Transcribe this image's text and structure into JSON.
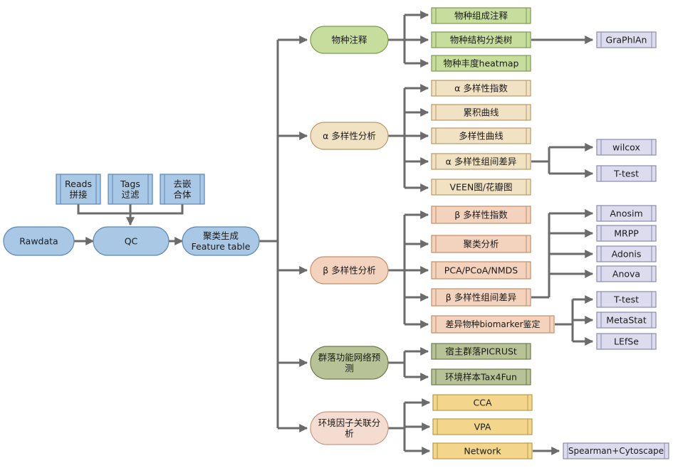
{
  "colors": {
    "line": "#6b6b6b",
    "blue_fill": "#a9c8e6",
    "blue_stroke": "#5b86b8",
    "green_fill": "#c6dd9e",
    "green_stroke": "#7c9a4f",
    "tan_fill": "#f2e2c4",
    "tan_stroke": "#b89a6a",
    "peach_fill": "#f3d3bd",
    "peach_stroke": "#c48e6a",
    "olive_fill": "#b7c396",
    "olive_stroke": "#6d7a4c",
    "pink_fill": "#f4dcd0",
    "pink_stroke": "#c49a86",
    "yellow_fill": "#f4d58c",
    "yellow_stroke": "#b79a46",
    "lavender_fill": "#dcdcee",
    "lavender_stroke": "#8a8ab0"
  },
  "pipeline": {
    "rawdata": "Rawdata",
    "qc": "QC",
    "cluster": [
      "聚类生成",
      "Feature table"
    ],
    "reads": [
      "Reads",
      "拼接"
    ],
    "tags": [
      "Tags",
      "过滤"
    ],
    "chimera": [
      "去嵌",
      "合体"
    ]
  },
  "species": {
    "title": "物种注释",
    "items": [
      "物种组成注释",
      "物种结构分类树",
      "物种丰度heatmap"
    ],
    "graphlan": "GraPhlAn"
  },
  "alpha": {
    "title": "α 多样性分析",
    "items": [
      "α 多样性指数",
      "累积曲线",
      "多样性曲线",
      "α 多样性组间差异",
      "VEEN图/花瓣图"
    ],
    "tests": [
      "wilcox",
      "T-test"
    ]
  },
  "beta": {
    "title": "β 多样性分析",
    "items": [
      "β 多样性指数",
      "聚类分析",
      "PCA/PCoA/NMDS",
      "β 多样性组间差异",
      "差异物种biomarker鉴定"
    ],
    "group_tests": [
      "Anosim",
      "MRPP",
      "Adonis",
      "Anova"
    ],
    "biomarker_tests": [
      "T-test",
      "MetaStat",
      "LEfSe"
    ]
  },
  "function": {
    "title": [
      "群落功能网络预",
      "测"
    ],
    "items": [
      "宿主群落PICRUSt",
      "环境样本Tax4Fun"
    ]
  },
  "environment": {
    "title": [
      "环境因子关联分",
      "析"
    ],
    "items": [
      "CCA",
      "VPA",
      "Network"
    ],
    "network_tool": "Spearman+Cytoscape"
  }
}
